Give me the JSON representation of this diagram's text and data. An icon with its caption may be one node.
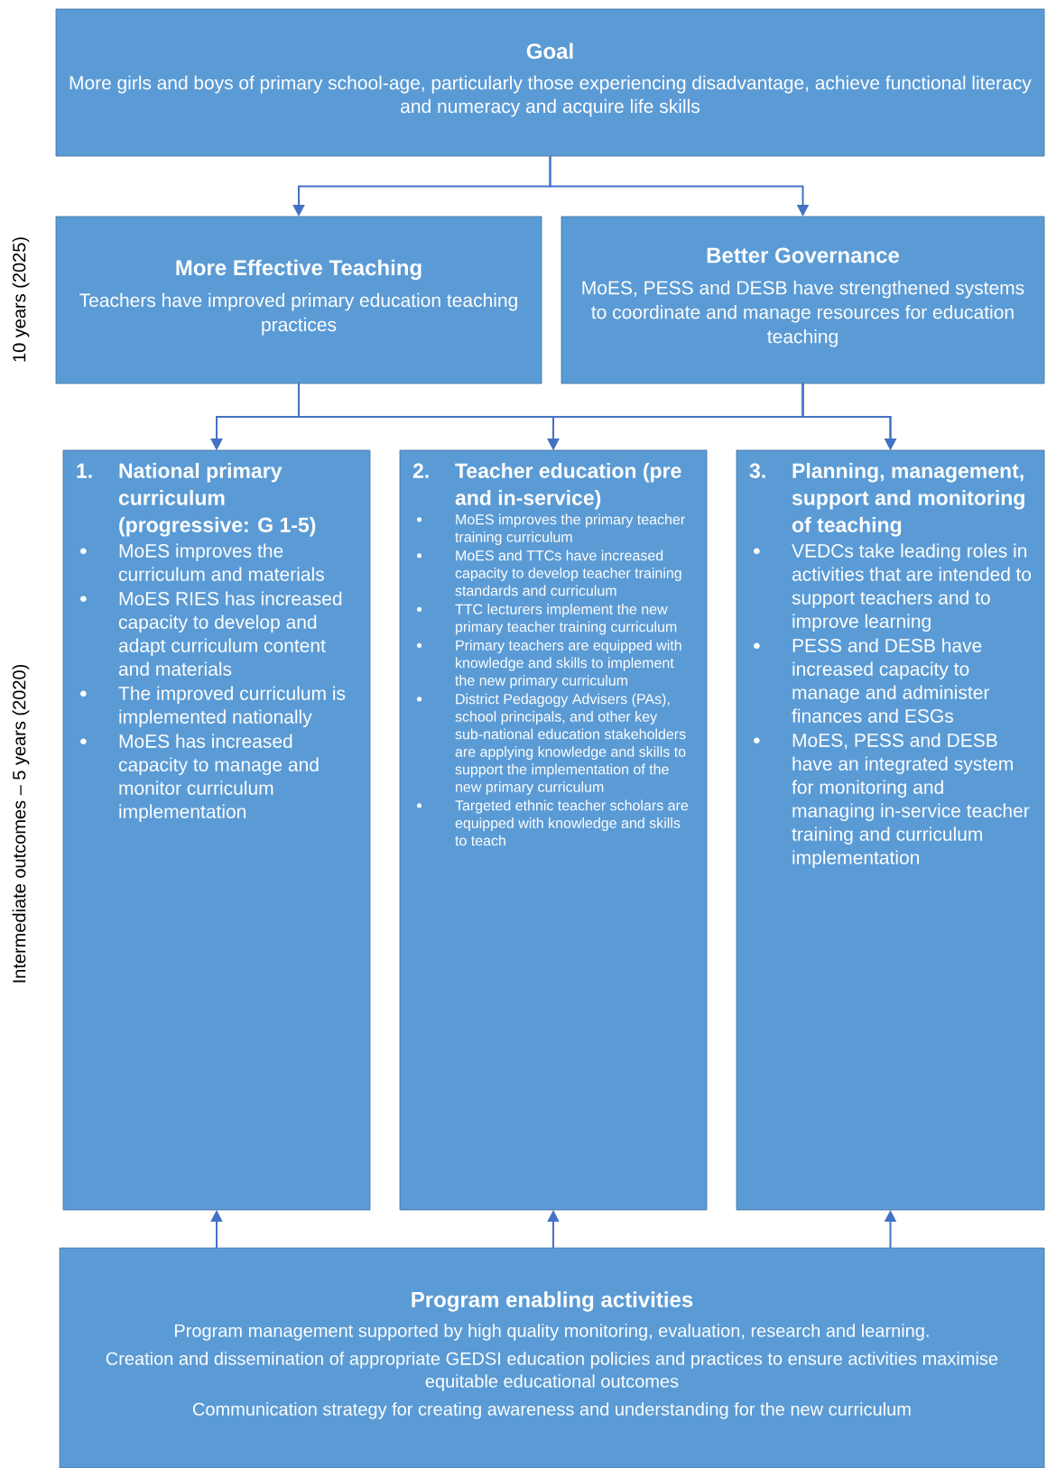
{
  "diagram": {
    "nodes": [
      {
        "text": [
          "Goal",
          "More girls and boys of primary school-age, particularly those experiencing disadvantage, achieve functional literacy and numeracy and acquire life skills"
        ]
      },
      {
        "text": [
          "More Effective Teaching",
          "Teachers have improved primary education teaching practices"
        ]
      },
      {
        "text": [
          "Better Governance",
          "MoES, PESS and DESB have strengthened systems to coordinate and manage resources for education teaching"
        ]
      },
      {
        "text": [
          "1.",
          "National primary curriculum (progressive: G 1-5)",
          "MoES improves the curriculum and materials",
          "MoES RIES has increased capacity to develop and adapt curriculum content and materials",
          "The improved curriculum is implemented nationally",
          "MoES has increased capacity to manage and monitor curriculum implementation"
        ]
      },
      {
        "text": [
          "2.",
          "Teacher education (pre and in-service)",
          "MoES improves the primary teacher training curriculum",
          "MoES and TTCs have increased capacity to develop teacher training standards and curriculum",
          "TTC lecturers implement the new primary teacher training curriculum",
          "Primary teachers are equipped with knowledge and skills to implement the new primary curriculum",
          "District Pedagogy Advisers (PAs), school principals, and other key sub-national education stakeholders are applying knowledge and skills to support the implementation of the new primary curriculum",
          "Targeted ethnic teacher scholars are equipped with knowledge and skills to teach"
        ]
      },
      {
        "text": [
          "3.",
          "Planning, management, support and monitoring of teaching",
          "VEDCs take leading roles in activities that are intended to support teachers and to improve learning",
          "PESS and DESB have increased capacity to manage and administer finances and ESGs",
          "MoES, PESS and DESB have an integrated system for monitoring and managing in-service teacher training and curriculum implementation"
        ]
      },
      {
        "text": [
          "Program enabling activities",
          "Program management supported by high quality monitoring, evaluation, research and learning.",
          "Creation and dissemination of appropriate GEDSI education policies and practices to ensure activities maximise equitable educational outcomes",
          "Communication strategy for creating awareness and understanding for the new curriculum"
        ]
      }
    ],
    "edges": [
      {
        "from": 0,
        "to": 1,
        "arrow": "to"
      },
      {
        "from": 0,
        "to": 2,
        "arrow": "to"
      },
      {
        "from": 1,
        "to": 3,
        "arrow": "to"
      },
      {
        "from": 1,
        "to": 4,
        "arrow": "to"
      },
      {
        "from": 1,
        "to": 5,
        "arrow": "to"
      },
      {
        "from": 2,
        "to": 3,
        "arrow": "to"
      },
      {
        "from": 2,
        "to": 4,
        "arrow": "to"
      },
      {
        "from": 2,
        "to": 5,
        "arrow": "to"
      },
      {
        "from": 6,
        "to": 3,
        "arrow": "to"
      },
      {
        "from": 6,
        "to": 4,
        "arrow": "to"
      },
      {
        "from": 6,
        "to": 5,
        "arrow": "to"
      }
    ],
    "labels": [
      "10 years (2025)",
      "Intermediate outcomes – 5 years (2020)"
    ]
  }
}
